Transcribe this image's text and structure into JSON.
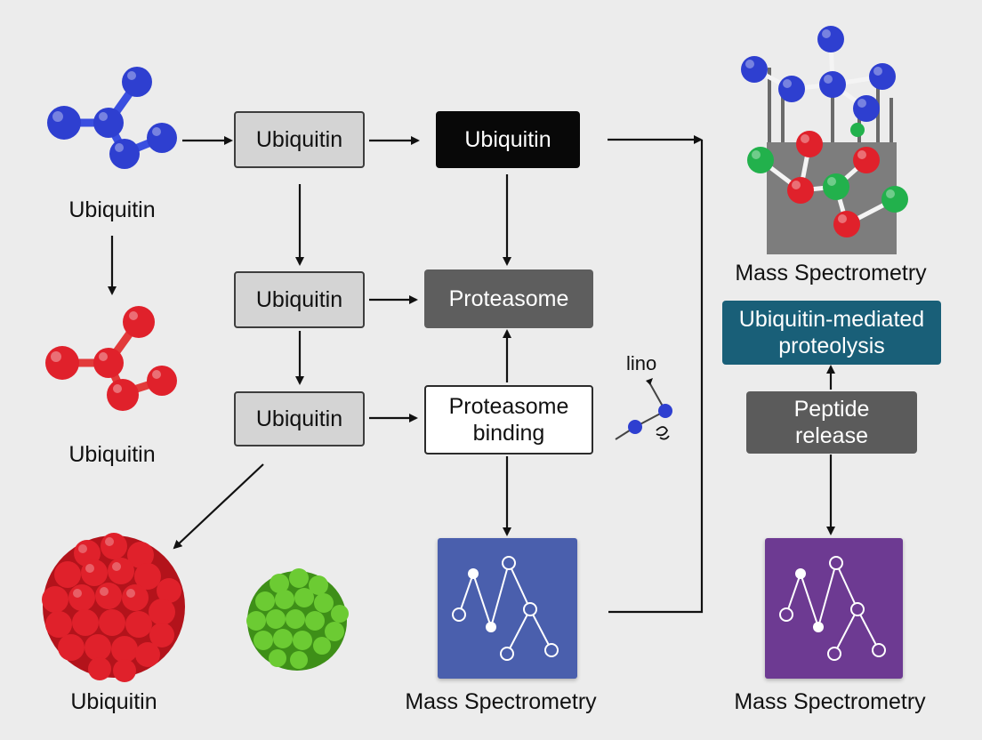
{
  "colors": {
    "background": "#ececec",
    "molecule_blue": "#2e3fd0",
    "molecule_red": "#e0212b",
    "sphere_green": "#5fbf2c",
    "ms_card_blue": "#4a5fad",
    "ms_card_purple": "#6d3a92",
    "teal_box": "#195f78"
  },
  "labels": {
    "blue_molecule": "Ubiquitin",
    "red_molecule": "Ubiquitin",
    "red_cluster": "Ubiquitin",
    "ms_center": "Mass Spectrometry",
    "ms_right_bottom": "Mass Spectrometry",
    "ms_right_top": "Mass Spectrometry",
    "small_molecule": "lino"
  },
  "boxes": {
    "ubiquitin_top": "Ubiquitin",
    "ubiquitin_black": "Ubiquitin",
    "ubiquitin_mid": "Ubiquitin",
    "proteasome": "Proteasome",
    "ubiquitin_low": "Ubiquitin",
    "proteasome_binding_line1": "Proteasome",
    "proteasome_binding_line2": "binding",
    "ubiquitin_mediated_line1": "Ubiquitin-mediated",
    "ubiquitin_mediated_line2": "proteolysis",
    "peptide_release_line1": "Peptide",
    "peptide_release_line2": "release"
  }
}
